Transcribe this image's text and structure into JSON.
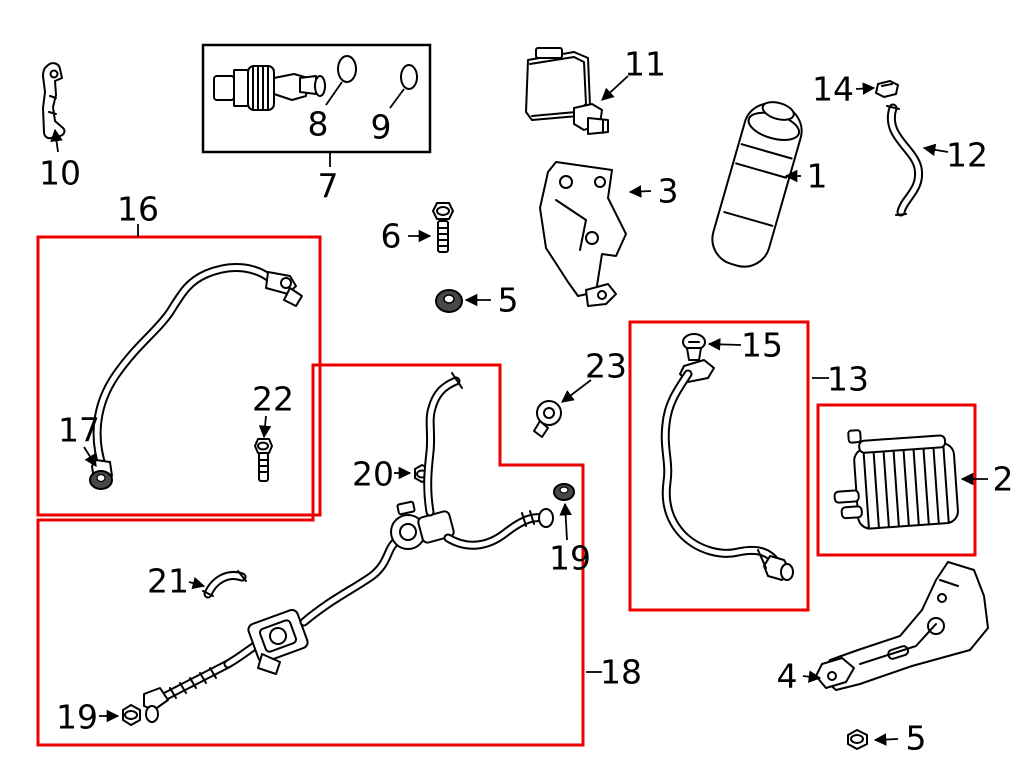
{
  "diagram": {
    "type": "parts-diagram",
    "description": "Exploded emission-system parts diagram with numbered callouts and red highlight boxes",
    "colors": {
      "background": "#ffffff",
      "line": "#000000",
      "highlight": "#ee0000"
    },
    "callouts": {
      "part_10": "10",
      "part_8": "8",
      "part_9": "9",
      "part_7": "7",
      "part_11": "11",
      "part_3": "3",
      "part_1": "1",
      "part_14": "14",
      "part_12": "12",
      "part_6": "6",
      "part_5_top": "5",
      "part_16": "16",
      "part_22": "22",
      "part_17": "17",
      "part_23": "23",
      "part_20": "20",
      "part_19_right": "19",
      "part_21": "21",
      "part_19_left": "19",
      "part_18": "18",
      "part_15": "15",
      "part_13": "13",
      "part_2": "2",
      "part_4": "4",
      "part_5_bottom": "5"
    }
  }
}
